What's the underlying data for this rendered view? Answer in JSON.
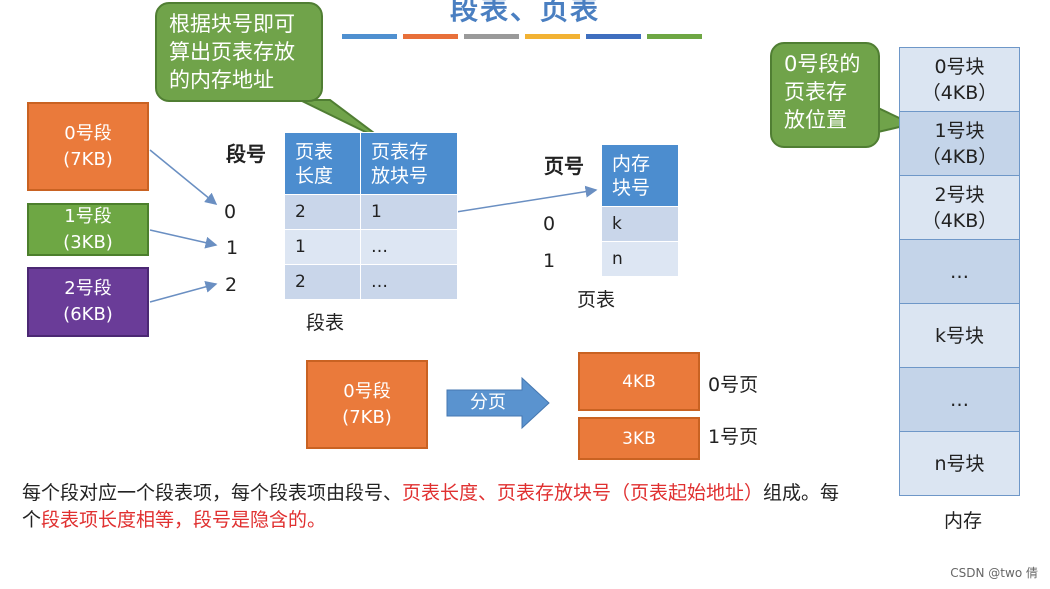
{
  "title": "段表、页表",
  "title_bar_colors": [
    "#4f90d0",
    "#e8703a",
    "#9a9a9a",
    "#f2b233",
    "#3f6fbf",
    "#6ea744"
  ],
  "callout_top": "根据块号即可\n算出页表存放\n的内存地址",
  "callout_right": "0号段的\n页表存\n放位置",
  "segments": [
    {
      "name": "0号段",
      "size": "(7KB)"
    },
    {
      "name": "1号段",
      "size": "(3KB)"
    },
    {
      "name": "2号段",
      "size": "(6KB)"
    }
  ],
  "seg_numbers_label": "段号",
  "seg_numbers": [
    "0",
    "1",
    "2"
  ],
  "segment_table": {
    "headers": [
      "页表\n长度",
      "页表存\n放块号"
    ],
    "rows": [
      [
        "2",
        "1"
      ],
      [
        "1",
        "…"
      ],
      [
        "2",
        "…"
      ]
    ],
    "caption": "段表"
  },
  "page_numbers_label": "页号",
  "page_numbers": [
    "0",
    "1"
  ],
  "page_table": {
    "header": "内存\n块号",
    "rows": [
      "k",
      "n"
    ],
    "caption": "页表"
  },
  "paging_demo": {
    "segment_name": "0号段",
    "segment_size": "(7KB)",
    "arrow_label": "分页",
    "pages": [
      {
        "size": "4KB",
        "label": "0号页"
      },
      {
        "size": "3KB",
        "label": "1号页"
      }
    ]
  },
  "memory": {
    "blocks": [
      "0号块\n（4KB）",
      "1号块\n（4KB）",
      "2号块\n（4KB）",
      "…",
      "k号块",
      "…",
      "n号块"
    ],
    "caption": "内存"
  },
  "note": {
    "p1": "每个段对应一个段表项，每个段表项由段号、",
    "p2": "页表长度、页表存放块号（页表起始地址）",
    "p3": "组成。每个",
    "p4": "段表项长度相等，段号是隐含的。"
  },
  "credit": "CSDN @two 倩"
}
